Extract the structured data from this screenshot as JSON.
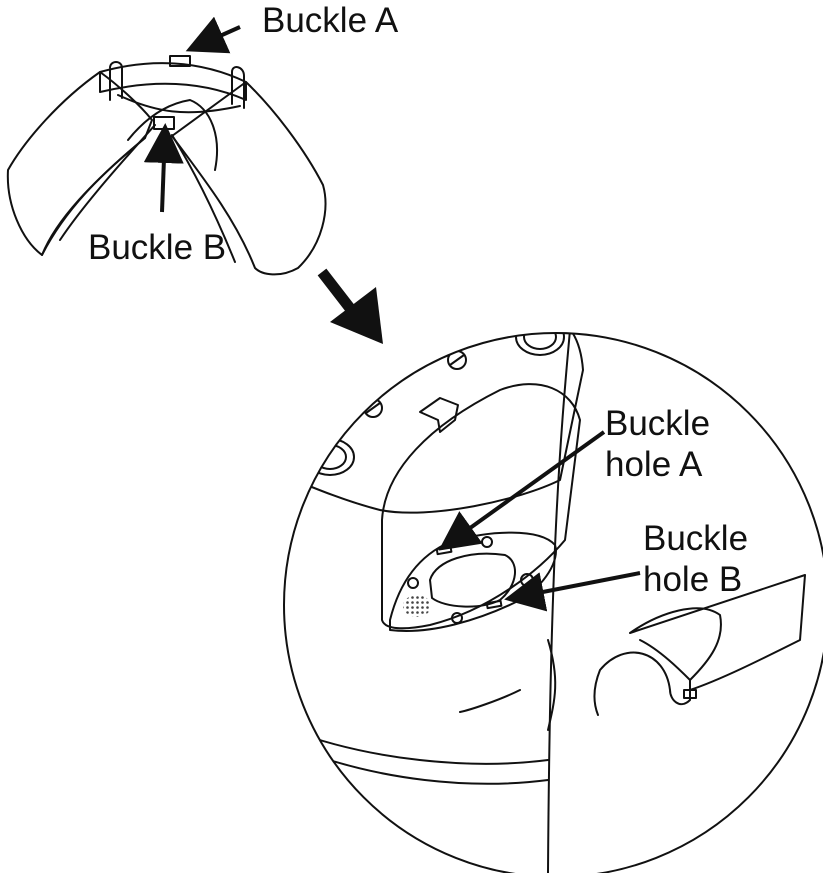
{
  "labels": {
    "buckle_a": "Buckle A",
    "buckle_b": "Buckle B",
    "buckle_hole_a": "Buckle\nhole A",
    "buckle_hole_b": "Buckle\nhole B"
  },
  "colors": {
    "ink": "#111111",
    "paper": "#ffffff",
    "grille": "#444444"
  }
}
